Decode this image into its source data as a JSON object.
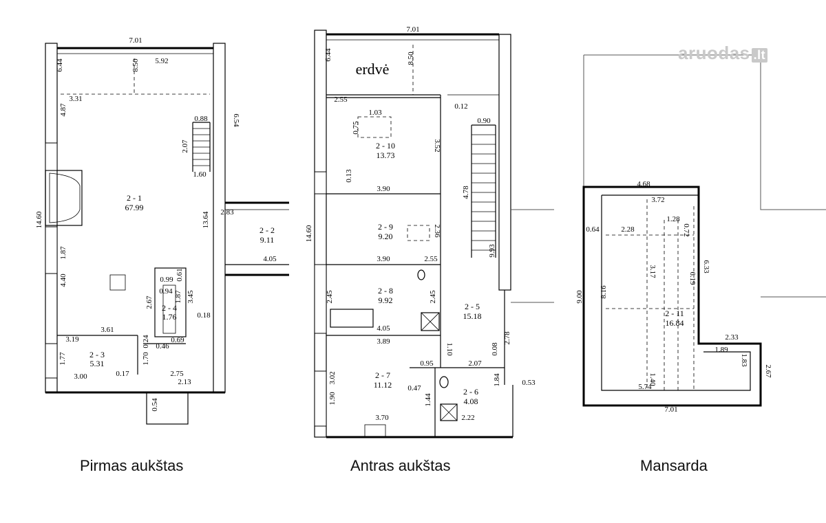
{
  "watermark": {
    "name": "aruodas",
    "suffix": ".lt"
  },
  "captions": {
    "first": "Pirmas aukštas",
    "second": "Antras aukštas",
    "attic": "Mansarda"
  },
  "floor1": {
    "rooms": [
      {
        "id": "2 - 1",
        "area": "67.99"
      },
      {
        "id": "2 - 2",
        "area": "9.11"
      },
      {
        "id": "2 - 3",
        "area": "5.31"
      },
      {
        "id": "2 - 4",
        "area": "1.76"
      }
    ],
    "dims": [
      "7.01",
      "5.92",
      "4.87",
      "6.54",
      "14.60",
      "13.64",
      "1.87",
      "4.40",
      "0.88",
      "2.07",
      "4.05",
      "3.61",
      "2.67",
      "3.45",
      "0.99",
      "0.61",
      "0.94",
      "1.87",
      "0.18",
      "0.24",
      "0.46",
      "0.69",
      "1.70",
      "1.77",
      "3.00",
      "0.17",
      "2.75",
      "2.13",
      "0.54",
      "3.31",
      "1.60",
      "2.83",
      "3.19",
      "8.50",
      "6.44"
    ]
  },
  "floor2": {
    "label": "erdvė",
    "rooms": [
      {
        "id": "2 - 10",
        "area": "13.73"
      },
      {
        "id": "2 - 9",
        "area": "9.20"
      },
      {
        "id": "2 - 8",
        "area": "9.92"
      },
      {
        "id": "2 - 7",
        "area": "11.12"
      },
      {
        "id": "2 - 6",
        "area": "4.08"
      },
      {
        "id": "2 - 5",
        "area": "15.18"
      }
    ],
    "dims": [
      "7.01",
      "14.60",
      "1.03",
      "0.75",
      "3.52",
      "0.12",
      "0.90",
      "0.13",
      "3.90",
      "4.78",
      "2.36",
      "3.90",
      "2.55",
      "2.45",
      "2.45",
      "4.05",
      "9.93",
      "3.89",
      "1.10",
      "2.78",
      "0.08",
      "0.95",
      "2.07",
      "1.84",
      "0.53",
      "3.02",
      "0.47",
      "1.44",
      "1.90",
      "3.70",
      "2.22",
      "2.55",
      "8.50",
      "6.44"
    ]
  },
  "attic": {
    "rooms": [
      {
        "id": "2 - 11",
        "area": "16.84"
      }
    ],
    "dims": [
      "4.68",
      "3.72",
      "1.28",
      "0.64",
      "2.28",
      "0.72",
      "3.17",
      "6.19",
      "6.33",
      "9.00",
      "8.16",
      "2.33",
      "1.89",
      "1.83",
      "2.67",
      "5.74",
      "7.01",
      "1.40"
    ]
  }
}
